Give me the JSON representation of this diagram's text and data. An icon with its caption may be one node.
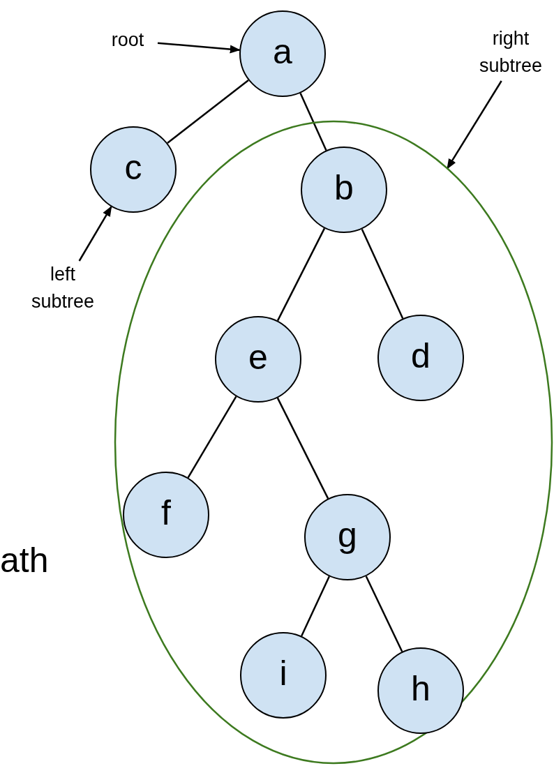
{
  "diagram": {
    "nodes": [
      {
        "text": [
          "root"
        ]
      },
      {
        "text": [
          "a"
        ]
      },
      {
        "text": [
          "right subtree"
        ]
      },
      {
        "text": [
          "c"
        ]
      },
      {
        "text": [],
        "shape": "ellipse"
      },
      {
        "text": [
          "b"
        ],
        "in": 4
      },
      {
        "text": [
          "left subtree"
        ]
      },
      {
        "text": [
          "e"
        ],
        "in": 4
      },
      {
        "text": [
          "d"
        ],
        "in": 4
      },
      {
        "text": [
          "f"
        ],
        "in": 4
      },
      {
        "text": [
          "g"
        ],
        "in": 4
      },
      {
        "text": [
          "i"
        ],
        "in": 4
      },
      {
        "text": [
          "h"
        ],
        "in": 4
      }
    ],
    "edges": [
      {
        "from": 0,
        "to": 1,
        "arrow": "to"
      },
      {
        "from": 1,
        "to": 3,
        "arrow": "none"
      },
      {
        "from": 1,
        "to": 5,
        "arrow": "none"
      },
      {
        "from": 2,
        "to": 4,
        "arrow": "to"
      },
      {
        "from": 6,
        "to": 3,
        "arrow": "to"
      },
      {
        "from": 5,
        "to": 7,
        "arrow": "none"
      },
      {
        "from": 5,
        "to": 8,
        "arrow": "none"
      },
      {
        "from": 7,
        "to": 9,
        "arrow": "none"
      },
      {
        "from": 7,
        "to": 10,
        "arrow": "none"
      },
      {
        "from": 10,
        "to": 11,
        "arrow": "none"
      },
      {
        "from": 10,
        "to": 12,
        "arrow": "none"
      }
    ],
    "labels": [
      "ath"
    ]
  }
}
